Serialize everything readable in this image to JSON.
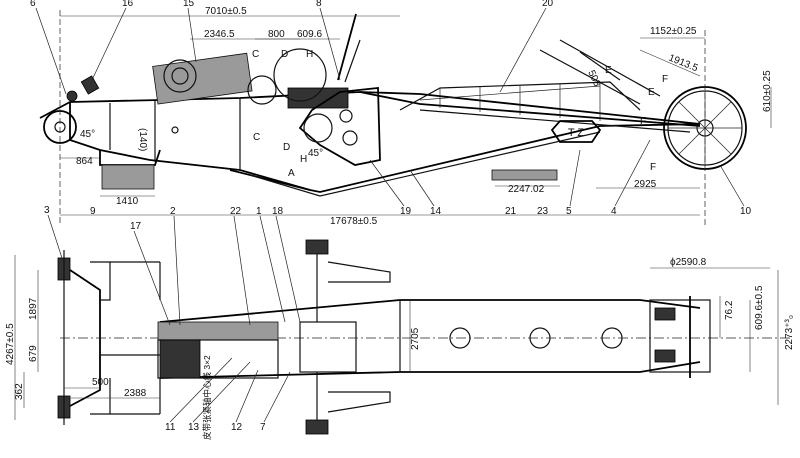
{
  "part_numbers": {
    "p1": "1",
    "p2": "2",
    "p3": "3",
    "p4": "4",
    "p5": "5",
    "p6": "6",
    "p7": "7",
    "p8": "8",
    "p9": "9",
    "p10": "10",
    "p11": "11",
    "p12": "12",
    "p13": "13",
    "p14": "14",
    "p15": "15",
    "p16": "16",
    "p17": "17",
    "p18": "18",
    "p19": "19",
    "p20": "20",
    "p21": "21",
    "p22": "22",
    "p23": "23"
  },
  "dimensions": {
    "d7010": "7010±0.5",
    "d2346": "2346.5",
    "d800": "800",
    "d609_6": "609.6",
    "d1152": "1152±0.25",
    "d1913": "1913.5",
    "d610": "610±0.25",
    "d140": "(140)",
    "d864": "864",
    "d1410": "1410",
    "d2247": "2247.02",
    "d2925": "2925",
    "d17678": "17678±0.5",
    "d45a": "45°",
    "d45b": "45°",
    "d508": "508",
    "d2590": "ϕ2590.8",
    "d1897": "1897",
    "d4267": "4267±0.5",
    "d679": "679",
    "d362": "362",
    "d500": "500",
    "d2388": "2388",
    "d2705": "2705",
    "d76": "76.2",
    "d609_lower": "609.6±0.5",
    "d2273": "2273⁺³₀"
  },
  "section_marks": {
    "c_top": "C",
    "d_top": "D",
    "h_top": "H",
    "c_mid": "C",
    "d_mid": "D",
    "h_mid": "H",
    "e_a": "E",
    "e_b": "E",
    "f_a": "F",
    "f_b": "F",
    "f_c": "F",
    "a": "A"
  },
  "labels": {
    "tz_mark": "T Z",
    "vertical_note": "皮带张紧轴中心线 3×2"
  }
}
